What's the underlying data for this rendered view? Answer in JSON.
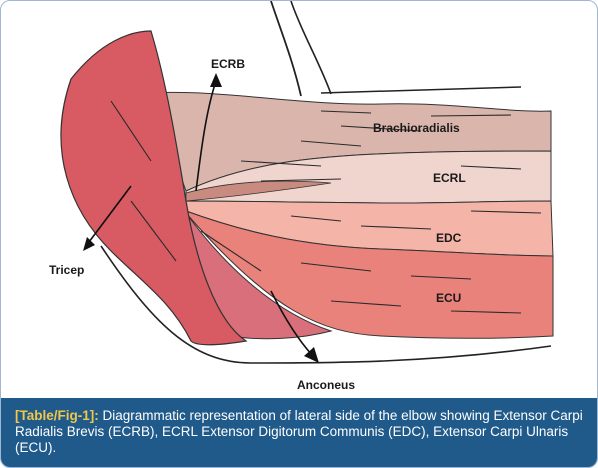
{
  "labels": {
    "ecrb": "ECRB",
    "brachioradialis": "Brachioradialis",
    "ecrl": "ECRL",
    "edc": "EDC",
    "ecu": "ECU",
    "tricep": "Tricep",
    "anconeus": "Anconeus"
  },
  "caption": {
    "tag": "[Table/Fig-1]:",
    "text": " Diagrammatic representation of lateral side of the elbow showing Extensor Carpi Radialis Brevis (ECRB), ECRL Extensor Digitorum Communis (EDC), Extensor Carpi Ulnaris (ECU)."
  },
  "colors": {
    "brachioradialis": "#d9b5ac",
    "ecrl": "#efd5cd",
    "edc": "#f4b4a8",
    "ecu": "#e9827a",
    "tricep": "#d85a63",
    "anconeus": "#d86f7a",
    "caption_bg": "#1f5a8a",
    "caption_tag": "#f1c74a"
  }
}
